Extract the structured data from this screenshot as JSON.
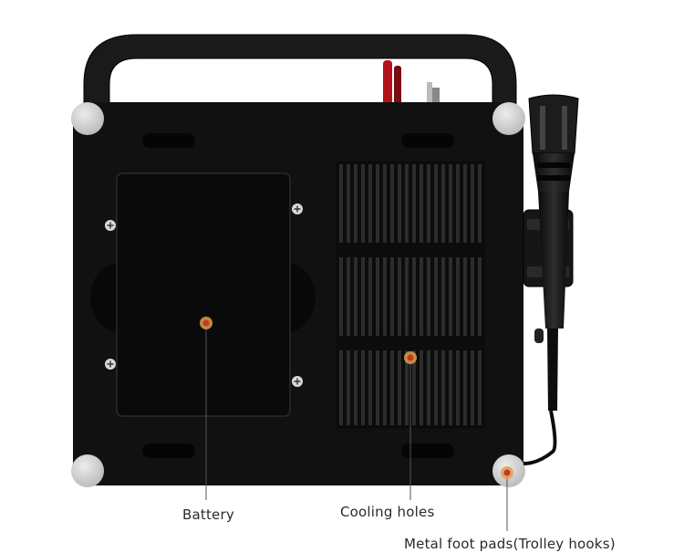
{
  "callouts": {
    "battery": "Battery",
    "cooling_holes": "Cooling holes",
    "foot_pads": "Metal foot pads(Trolley hooks)"
  },
  "colors": {
    "body": "#111111",
    "handle": "#1a1a1a",
    "foot_pad": "#cfcfcf",
    "marker_outer": "#e0a04a",
    "marker_inner": "#c0392b",
    "leader_line": "#4a5566"
  },
  "icons": [
    "screw-icon",
    "marker-dot-icon",
    "probe-icon"
  ]
}
